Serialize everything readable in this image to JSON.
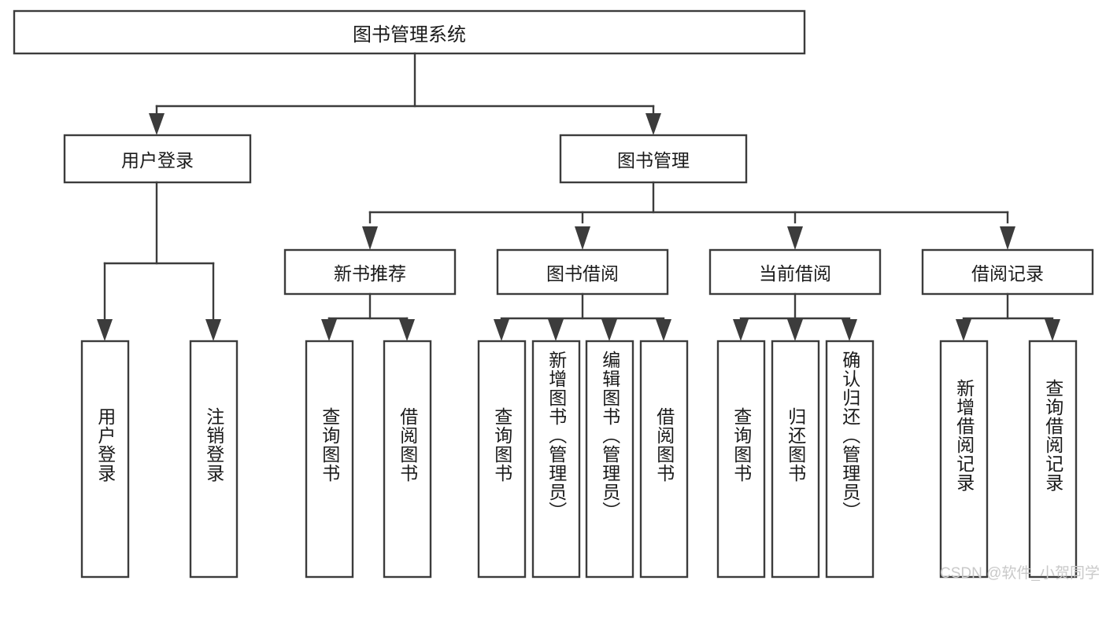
{
  "diagram": {
    "type": "hierarchy-tree",
    "title": "图书管理系统",
    "root": {
      "label": "图书管理系统",
      "children": [
        {
          "label": "用户登录",
          "children": [
            {
              "label": "用户登录"
            },
            {
              "label": "注销登录"
            }
          ]
        },
        {
          "label": "图书管理",
          "children": [
            {
              "label": "新书推荐",
              "children": [
                {
                  "label": "查询图书"
                },
                {
                  "label": "借阅图书"
                }
              ]
            },
            {
              "label": "图书借阅",
              "children": [
                {
                  "label": "查询图书"
                },
                {
                  "label": "新增图书（管理员）"
                },
                {
                  "label": "编辑图书（管理员）"
                },
                {
                  "label": "借阅图书"
                }
              ]
            },
            {
              "label": "当前借阅",
              "children": [
                {
                  "label": "查询图书"
                },
                {
                  "label": "归还图书"
                },
                {
                  "label": "确认归还（管理员）"
                }
              ]
            },
            {
              "label": "借阅记录",
              "children": [
                {
                  "label": "新增借阅记录"
                },
                {
                  "label": "查询借阅记录"
                }
              ]
            }
          ]
        }
      ]
    },
    "nodes": {
      "root_title": "图书管理系统",
      "user_login": "用户登录",
      "book_manage": "图书管理",
      "new_book_rec": "新书推荐",
      "book_borrow": "图书借阅",
      "current_borrow": "当前借阅",
      "borrow_record": "借阅记录",
      "leaf_user_login": "用户登录",
      "leaf_logout": "注销登录",
      "leaf_rec_query": "查询图书",
      "leaf_rec_borrow": "借阅图书",
      "leaf_bb_query": "查询图书",
      "leaf_bb_add": "新增图书（管理员）",
      "leaf_bb_edit": "编辑图书（管理员）",
      "leaf_bb_borrow": "借阅图书",
      "leaf_cb_query": "查询图书",
      "leaf_cb_return": "归还图书",
      "leaf_cb_confirm": "确认归还（管理员）",
      "leaf_br_add": "新增借阅记录",
      "leaf_br_query": "查询借阅记录"
    },
    "colors": {
      "stroke": "#3c3c3c",
      "box_fill": "#ffffff",
      "text": "#1a1a1a",
      "background": "#ffffff",
      "watermark": "#c9c9c9"
    }
  },
  "watermark": {
    "text": "CSDN @软件_小贺同学"
  }
}
